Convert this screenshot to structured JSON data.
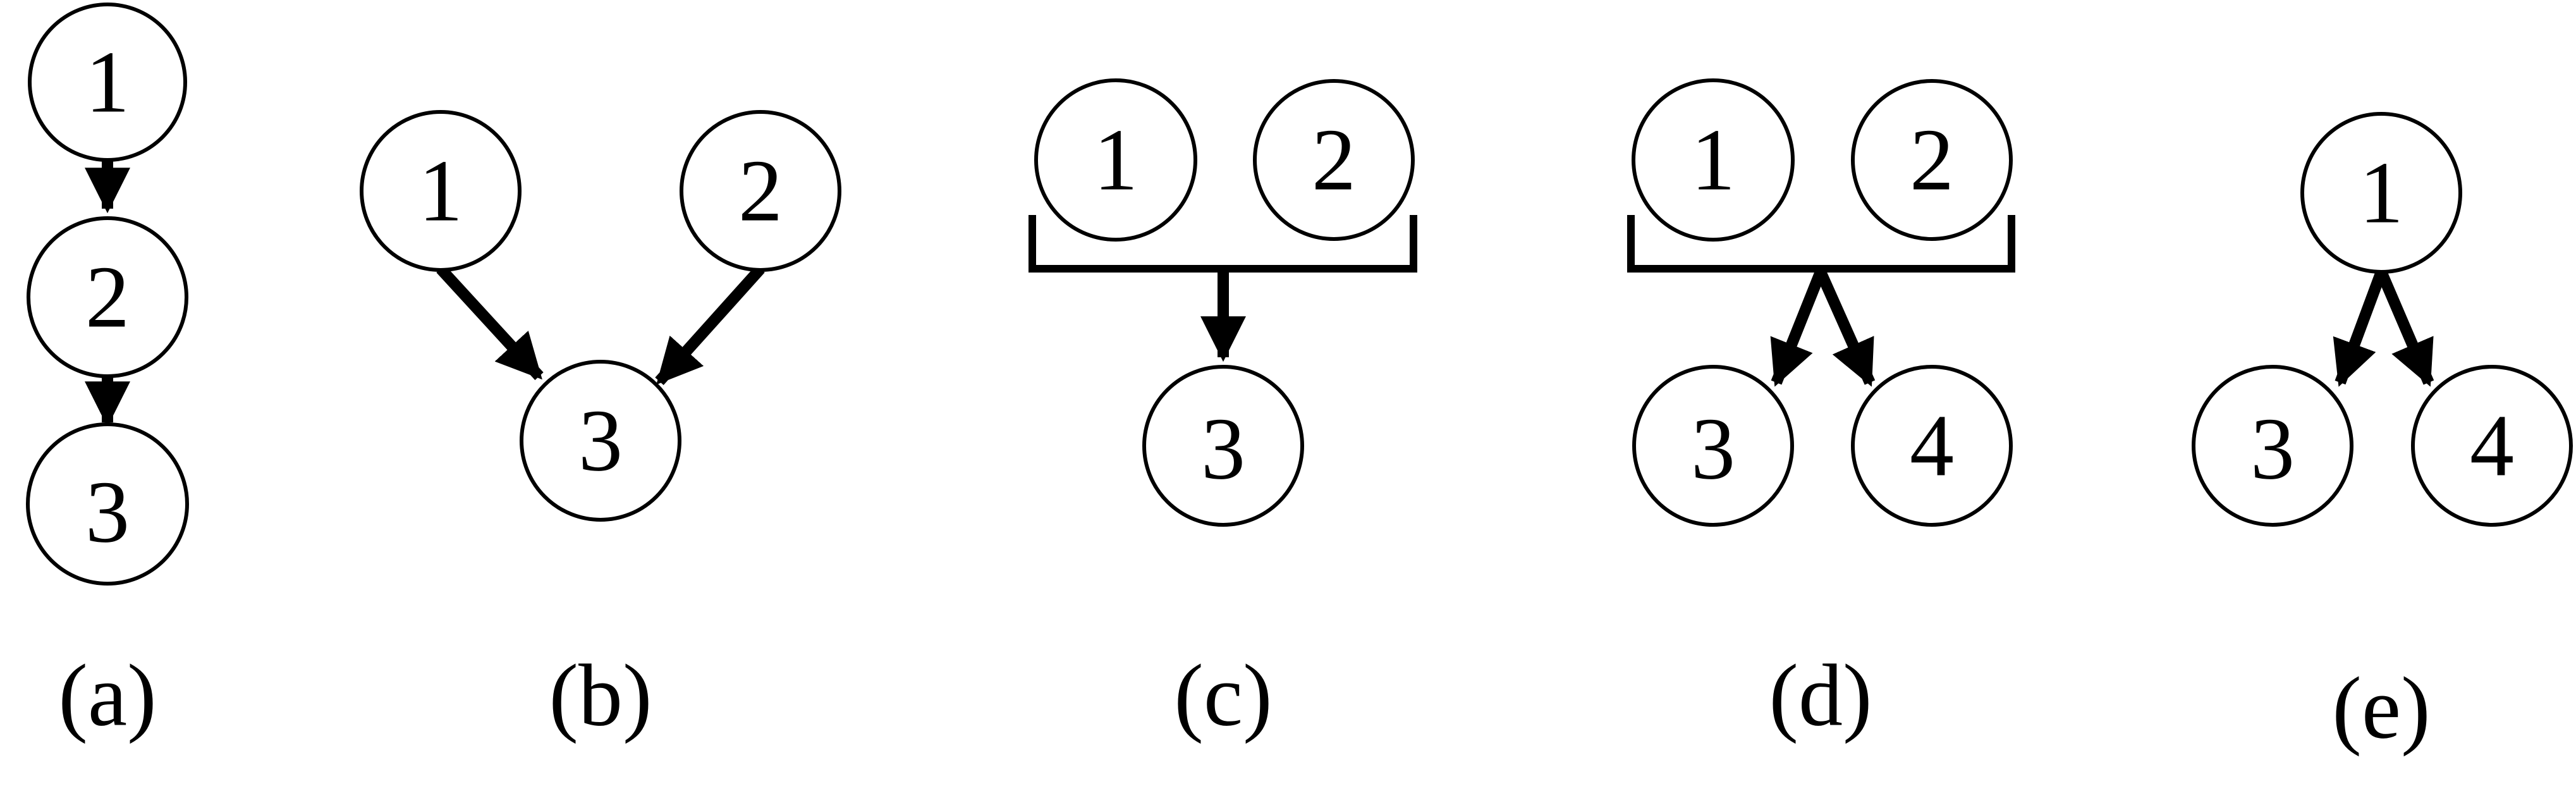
{
  "panels": [
    {
      "id": "a",
      "caption": "(a)",
      "nodes": [
        "1",
        "2",
        "3"
      ]
    },
    {
      "id": "b",
      "caption": "(b)",
      "nodes": [
        "1",
        "2",
        "3"
      ]
    },
    {
      "id": "c",
      "caption": "(c)",
      "nodes": [
        "1",
        "2",
        "3"
      ]
    },
    {
      "id": "d",
      "caption": "(d)",
      "nodes": [
        "1",
        "2",
        "3",
        "4"
      ]
    },
    {
      "id": "e",
      "caption": "(e)",
      "nodes": [
        "1",
        "3",
        "4"
      ]
    }
  ],
  "colors": {
    "stroke": "#000000",
    "fill": "#ffffff"
  }
}
